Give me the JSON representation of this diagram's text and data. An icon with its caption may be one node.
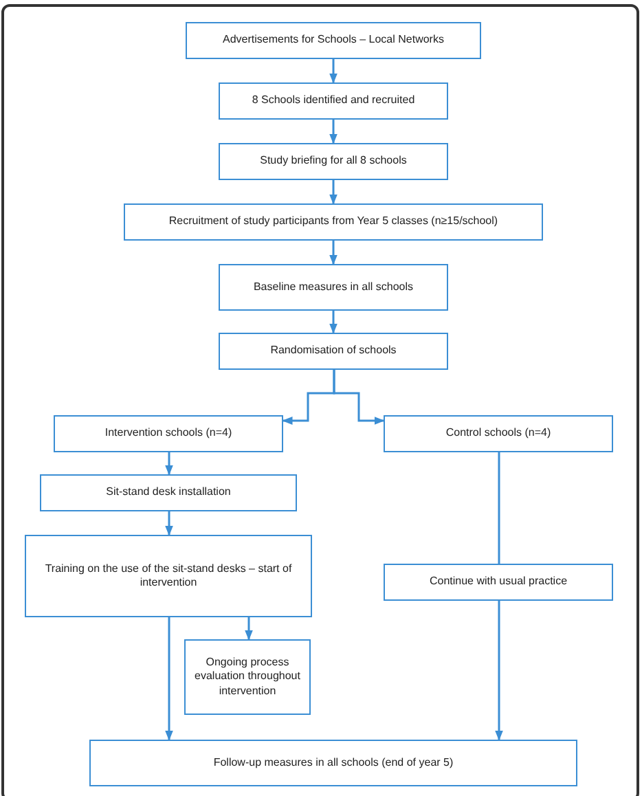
{
  "diagram": {
    "nodes": [
      {
        "text": [
          "Advertisements for Schools – Local Networks"
        ]
      },
      {
        "text": [
          "8 Schools identified and recruited"
        ]
      },
      {
        "text": [
          "Study briefing for all 8 schools"
        ]
      },
      {
        "text": [
          "Recruitment of study participants from Year 5 classes (n≥15/school)"
        ]
      },
      {
        "text": [
          "Baseline measures in all schools"
        ]
      },
      {
        "text": [
          "Randomisation of schools"
        ]
      },
      {
        "text": [
          "Intervention schools (n=4)"
        ]
      },
      {
        "text": [
          "Control schools (n=4)"
        ]
      },
      {
        "text": [
          "Sit-stand desk installation"
        ]
      },
      {
        "text": [
          "Training on the use of the sit-stand desks – start of intervention"
        ]
      },
      {
        "text": [
          "Continue with usual practice"
        ]
      },
      {
        "text": [
          "Ongoing process evaluation throughout intervention"
        ]
      },
      {
        "text": [
          "Follow-up measures in all schools (end of year 5)"
        ]
      }
    ],
    "edges": [
      {
        "from": 0,
        "to": 1,
        "arrow": "to"
      },
      {
        "from": 1,
        "to": 2,
        "arrow": "to"
      },
      {
        "from": 2,
        "to": 3,
        "arrow": "to"
      },
      {
        "from": 3,
        "to": 4,
        "arrow": "to"
      },
      {
        "from": 4,
        "to": 5,
        "arrow": "to"
      },
      {
        "from": 5,
        "to": 6,
        "arrow": "to"
      },
      {
        "from": 5,
        "to": 7,
        "arrow": "to"
      },
      {
        "from": 6,
        "to": 8,
        "arrow": "to"
      },
      {
        "from": 8,
        "to": 9,
        "arrow": "to"
      },
      {
        "from": 9,
        "to": 11,
        "arrow": "to"
      },
      {
        "from": 9,
        "to": 12,
        "arrow": "to"
      },
      {
        "from": 7,
        "to": 10,
        "arrow": "none"
      },
      {
        "from": 10,
        "to": 12,
        "arrow": "to"
      }
    ]
  }
}
